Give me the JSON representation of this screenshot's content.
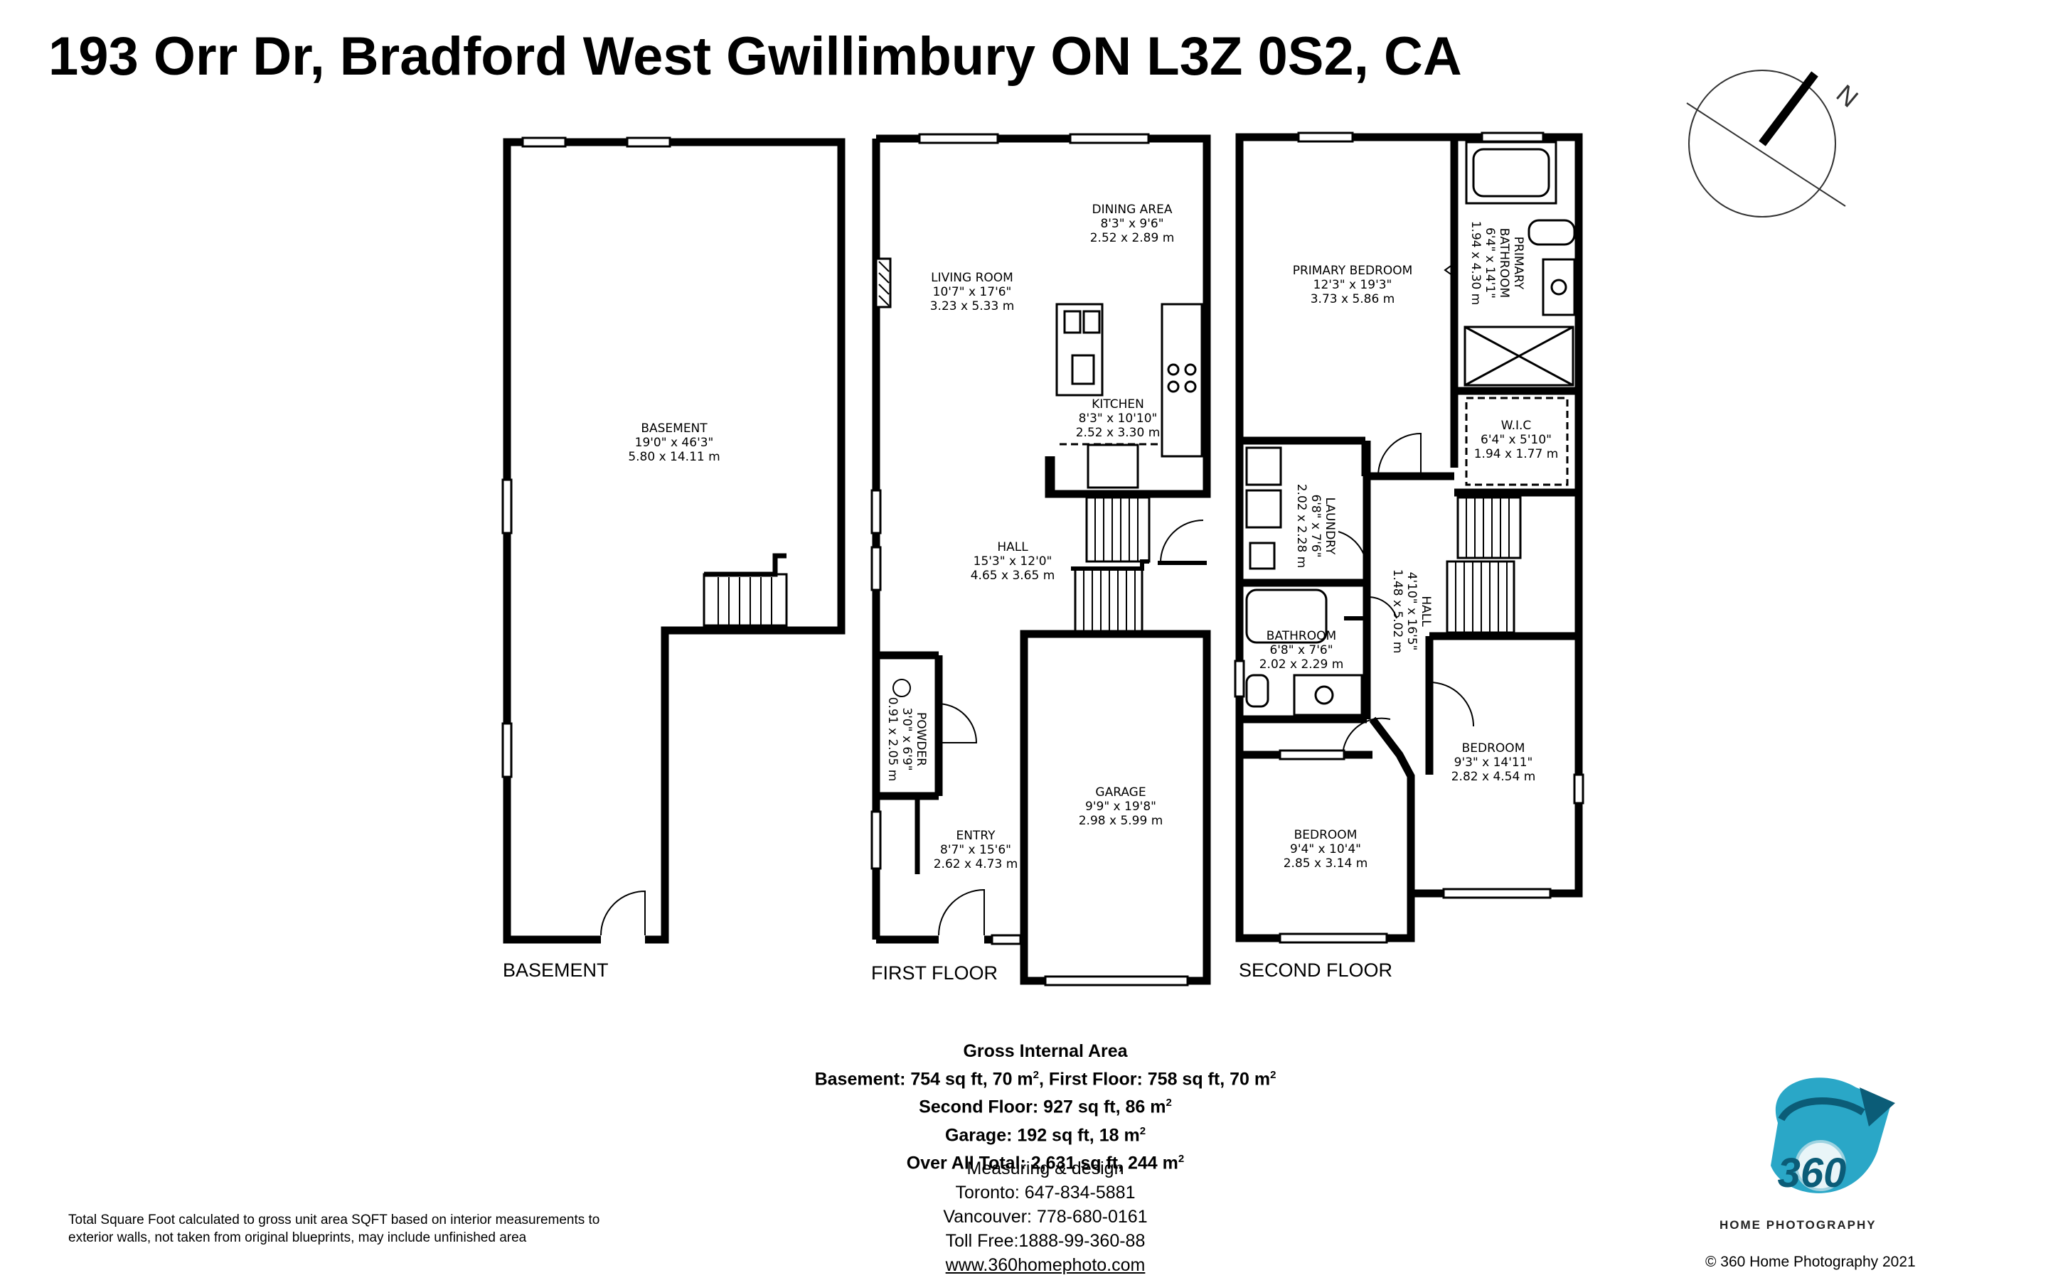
{
  "title": "193 Orr Dr, Bradford West Gwillimbury ON L3Z 0S2, CA",
  "compass": {
    "label": "N"
  },
  "floors": {
    "basement": "BASEMENT",
    "first": "FIRST FLOOR",
    "second": "SECOND FLOOR"
  },
  "rooms": {
    "basement": {
      "name": "BASEMENT",
      "imp": "19'0\" x 46'3\"",
      "met": "5.80 x 14.11 m"
    },
    "dining": {
      "name": "DINING AREA",
      "imp": "8'3\" x 9'6\"",
      "met": "2.52 x 2.89 m"
    },
    "living": {
      "name": "LIVING ROOM",
      "imp": "10'7\" x 17'6\"",
      "met": "3.23 x 5.33 m"
    },
    "kitchen": {
      "name": "KITCHEN",
      "imp": "8'3\" x 10'10\"",
      "met": "2.52 x 3.30 m"
    },
    "hall1": {
      "name": "HALL",
      "imp": "15'3\" x 12'0\"",
      "met": "4.65 x 3.65 m"
    },
    "powder": {
      "name": "POWDER",
      "imp": "3'0\" x 6'9\"",
      "met": "0.91 x 2.05 m"
    },
    "entry": {
      "name": "ENTRY",
      "imp": "8'7\" x 15'6\"",
      "met": "2.62 x 4.73 m"
    },
    "garage": {
      "name": "GARAGE",
      "imp": "9'9\" x 19'8\"",
      "met": "2.98 x 5.99 m"
    },
    "primary_bed": {
      "name": "PRIMARY BEDROOM",
      "imp": "12'3\" x 19'3\"",
      "met": "3.73 x 5.86 m"
    },
    "primary_bath": {
      "name1": "PRIMARY",
      "name2": "BATHROOM",
      "imp": "6'4\" x 14'1\"",
      "met": "1.94 x 4.30 m"
    },
    "wic": {
      "name": "W.I.C",
      "imp": "6'4\" x 5'10\"",
      "met": "1.94 x 1.77 m"
    },
    "laundry": {
      "name": "LAUNDRY",
      "imp": "6'8\" x 7'6\"",
      "met": "2.02 x 2.28 m"
    },
    "hall2": {
      "name": "HALL",
      "imp": "4'10\" x 16'5\"",
      "met": "1.48 x 5.02 m"
    },
    "bathroom": {
      "name": "BATHROOM",
      "imp": "6'8\" x 7'6\"",
      "met": "2.02 x 2.29 m"
    },
    "bedroom_r": {
      "name": "BEDROOM",
      "imp": "9'3\" x 14'11\"",
      "met": "2.82 x 4.54 m"
    },
    "bedroom_l": {
      "name": "BEDROOM",
      "imp": "9'4\" x 10'4\"",
      "met": "2.85 x 3.14 m"
    }
  },
  "area": {
    "heading": "Gross Internal Area",
    "line1_a": "Basement: 754 sq ft, 70 m",
    "line1_b": ", First Floor: 758 sq ft, 70 m",
    "line2": "Second Floor: 927 sq ft, 86 m",
    "line3": "Garage: 192 sq ft, 18 m",
    "line4": "Over All Total: 2,631 sq ft, 244 m",
    "sup": "2"
  },
  "contact": {
    "line1": "Measuring & design",
    "toronto": "Toronto: 647-834-5881",
    "vancouver": "Vancouver: 778-680-0161",
    "tollfree": "Toll Free:1888-99-360-88",
    "web": "www.360homephoto.com"
  },
  "note": "Total Square Foot calculated to gross unit area SQFT based on interior measurements to exterior walls, not taken from original blueprints, may include unfinished area",
  "logo": {
    "number": "360",
    "brand": "Home Photography"
  },
  "copyright": "©   360 Home Photography 2021",
  "colors": {
    "wall": "#000000",
    "logo_teal": "#2aa7c7",
    "logo_dark": "#0b5c77"
  }
}
